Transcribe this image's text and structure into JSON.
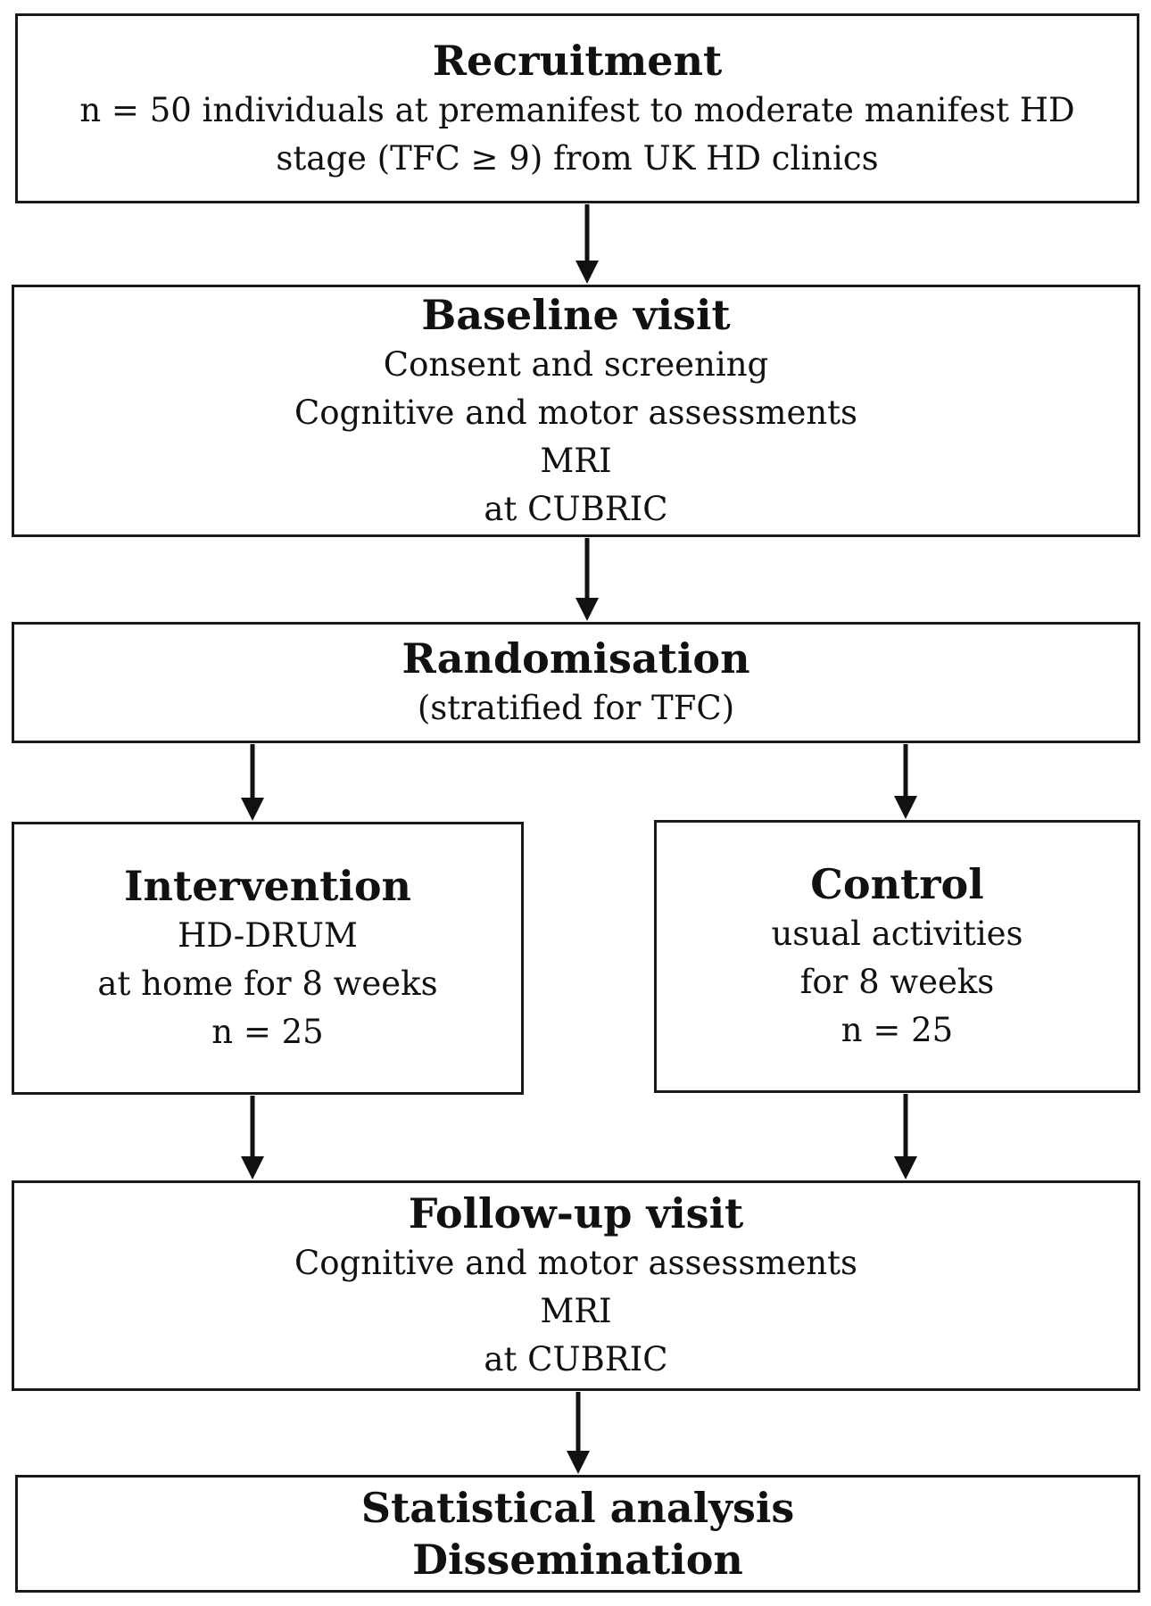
{
  "recruitment": {
    "title": "Recruitment",
    "lines": [
      "n = 50 individuals at premanifest to moderate manifest HD",
      "stage (TFC ≥ 9) from UK HD clinics"
    ]
  },
  "baseline": {
    "title": "Baseline visit",
    "lines": [
      "Consent and screening",
      "Cognitive and motor assessments",
      "MRI",
      "at CUBRIC"
    ]
  },
  "randomisation": {
    "title": "Randomisation",
    "lines": [
      "(stratified for TFC)"
    ]
  },
  "intervention": {
    "title": "Intervention",
    "lines": [
      "HD-DRUM",
      "at home for 8 weeks",
      "n = 25"
    ]
  },
  "control": {
    "title": "Control",
    "lines": [
      "usual activities",
      "for 8 weeks",
      "n = 25"
    ]
  },
  "followup": {
    "title": "Follow-up visit",
    "lines": [
      "Cognitive and motor assessments",
      "MRI",
      "at CUBRIC"
    ]
  },
  "analysis": {
    "lines": [
      "Statistical analysis",
      "Dissemination"
    ]
  }
}
